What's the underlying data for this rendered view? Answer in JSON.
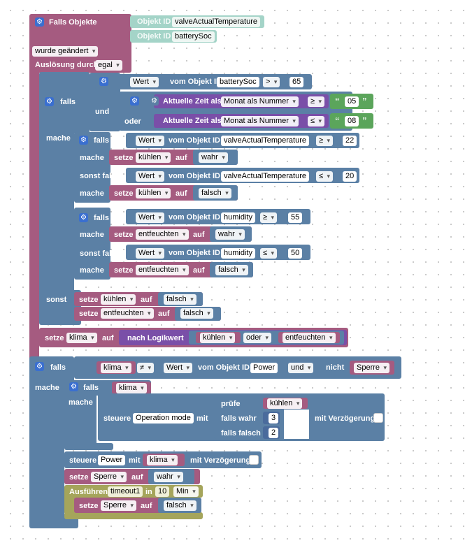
{
  "trigger": {
    "title": "Falls Objekte",
    "object_id_label": "Objekt ID",
    "object_ids": [
      "valveActualTemperature",
      "batterySoc"
    ],
    "changed_dropdown": "wurde geändert",
    "trigger_by_label": "Auslösung durch",
    "trigger_by_value": "egal"
  },
  "labels": {
    "falls": "falls",
    "und": "und",
    "oder": "oder",
    "mache": "mache",
    "sonst": "sonst",
    "sonst_falls": "sonst falls",
    "setze": "setze",
    "auf": "auf",
    "wert": "Wert",
    "vom_objekt_id": "vom Objekt ID",
    "aktuelle_zeit": "Aktuelle Zeit als",
    "monat": "Monat als Nummer",
    "nach_logikwert": "nach Logikwert",
    "nicht": "nicht",
    "steuere": "steuere",
    "mit": "mit",
    "pruefe": "prüfe",
    "falls_wahr": "falls wahr",
    "falls_falsch": "falls falsch",
    "mit_verzoegerung": "mit Verzögerung",
    "ausfuehren": "Ausführen",
    "in": "in"
  },
  "values": {
    "batterySoc": "batterySoc",
    "valveActualTemperature": "valveActualTemperature",
    "humidity": "humidity",
    "power": "Power",
    "op_gt": ">",
    "op_ge": "≥",
    "op_le": "≤",
    "op_ne": "≠",
    "n65": "65",
    "n22": "22",
    "n20": "20",
    "n55": "55",
    "n50": "50",
    "n3": "3",
    "n2": "2",
    "n10": "10",
    "s05": "05",
    "s08": "08",
    "kuehlen": "kühlen",
    "entfeuchten": "entfeuchten",
    "klima": "klima",
    "sperre": "Sperre",
    "wahr": "wahr",
    "falsch": "falsch",
    "oder_dd": "oder",
    "und_dd": "und",
    "operation_mode": "Operation mode",
    "timeout1": "timeout1",
    "min": "Min"
  },
  "colors": {
    "event": "#a55b80",
    "control": "#5b80a5",
    "timer": "#a5a55b",
    "object": "#a4d4c8",
    "time": "#7a4fa8",
    "text": "#5ba55b"
  }
}
